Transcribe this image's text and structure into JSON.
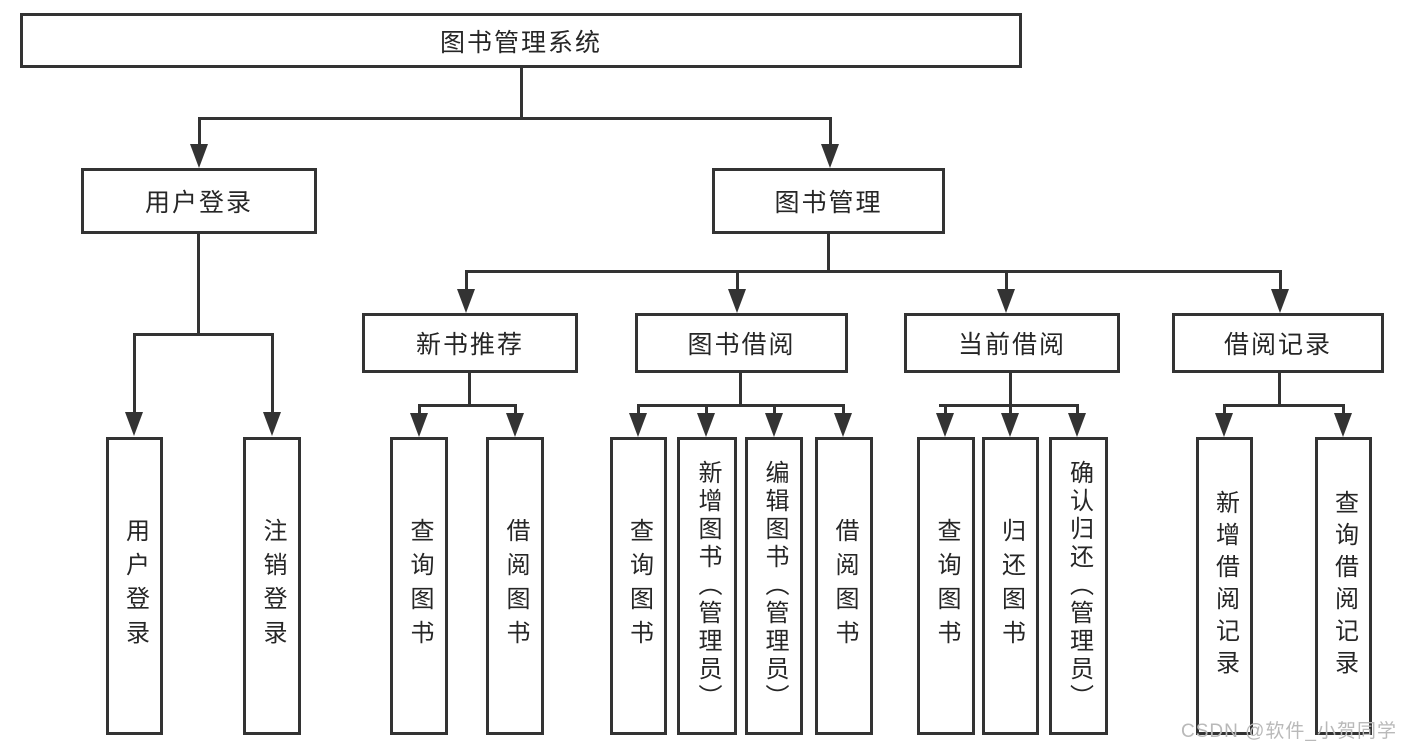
{
  "diagram": {
    "root": {
      "label": "图书管理系统"
    },
    "user_login": {
      "label": "用户登录",
      "children": [
        {
          "label": "用户登录"
        },
        {
          "label": "注销登录"
        }
      ]
    },
    "book_management": {
      "label": "图书管理"
    },
    "new_book": {
      "label": "新书推荐",
      "children": [
        {
          "label": "查询图书"
        },
        {
          "label": "借阅图书"
        }
      ]
    },
    "borrow": {
      "label": "图书借阅",
      "children": [
        {
          "label": "查询图书"
        },
        {
          "label": "新增图书（管理员）"
        },
        {
          "label": "编辑图书（管理员）"
        },
        {
          "label": "借阅图书"
        }
      ]
    },
    "current": {
      "label": "当前借阅",
      "children": [
        {
          "label": "查询图书"
        },
        {
          "label": "归还图书"
        },
        {
          "label": "确认归还（管理员）"
        }
      ]
    },
    "records": {
      "label": "借阅记录",
      "children": [
        {
          "label": "新增借阅记录"
        },
        {
          "label": "查询借阅记录"
        }
      ]
    }
  },
  "watermark": {
    "text": "CSDN @软件_小贺同学"
  },
  "colors": {
    "line": "#333333",
    "text": "#262626",
    "background": "#ffffff",
    "watermark": "#b9b9b9"
  }
}
